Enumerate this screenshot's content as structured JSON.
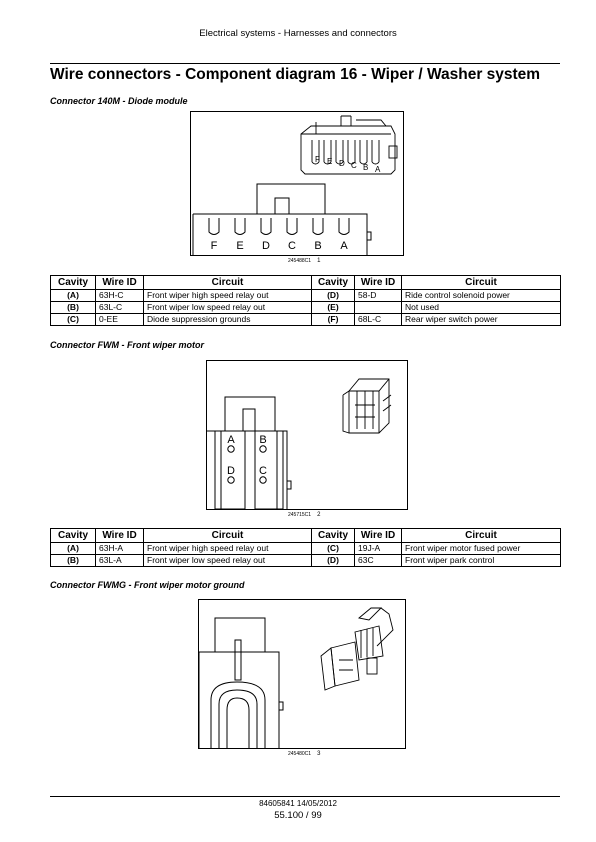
{
  "header": {
    "title": "Electrical systems - Harnesses and connectors"
  },
  "page_title": "Wire connectors - Component diagram 16 - Wiper / Washer system",
  "sections": [
    {
      "title": "Connector 140M - Diode module",
      "figure": {
        "code": "245488C1",
        "number": "1",
        "pin_labels": [
          "F",
          "E",
          "D",
          "C",
          "B",
          "A"
        ]
      },
      "table": {
        "headers": [
          "Cavity",
          "Wire ID",
          "Circuit",
          "Cavity",
          "Wire ID",
          "Circuit"
        ],
        "rows": [
          [
            "(A)",
            "63H-C",
            "Front wiper high speed relay out",
            "(D)",
            "58-D",
            "Ride control solenoid power"
          ],
          [
            "(B)",
            "63L-C",
            "Front wiper low speed relay out",
            "(E)",
            "",
            "Not used"
          ],
          [
            "(C)",
            "0-EE",
            "Diode suppression grounds",
            "(F)",
            "68L-C",
            "Rear wiper switch power"
          ]
        ]
      }
    },
    {
      "title": "Connector FWM - Front wiper motor",
      "figure": {
        "code": "245715C1",
        "number": "2",
        "pin_labels": [
          "A",
          "B",
          "D",
          "C"
        ]
      },
      "table": {
        "headers": [
          "Cavity",
          "Wire ID",
          "Circuit",
          "Cavity",
          "Wire ID",
          "Circuit"
        ],
        "rows": [
          [
            "(A)",
            "63H-A",
            "Front wiper high speed relay out",
            "(C)",
            "19J-A",
            "Front wiper motor fused power"
          ],
          [
            "(B)",
            "63L-A",
            "Front wiper low speed relay out",
            "(D)",
            "63C",
            "Front wiper park control"
          ]
        ]
      }
    },
    {
      "title": "Connector FWMG - Front wiper motor ground",
      "figure": {
        "code": "245480C1",
        "number": "3"
      }
    }
  ],
  "footer": {
    "doc_ref": "84605841 14/05/2012",
    "page": "55.100 / 99"
  }
}
